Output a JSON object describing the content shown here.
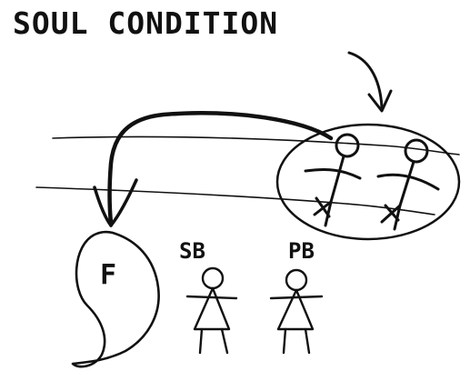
{
  "diagram": {
    "title": "SOUL CONDITION",
    "labels": {
      "f": "F",
      "sb": "SB",
      "pb": "PB"
    },
    "ink_color": "#111111",
    "background_color": "#ffffff"
  }
}
